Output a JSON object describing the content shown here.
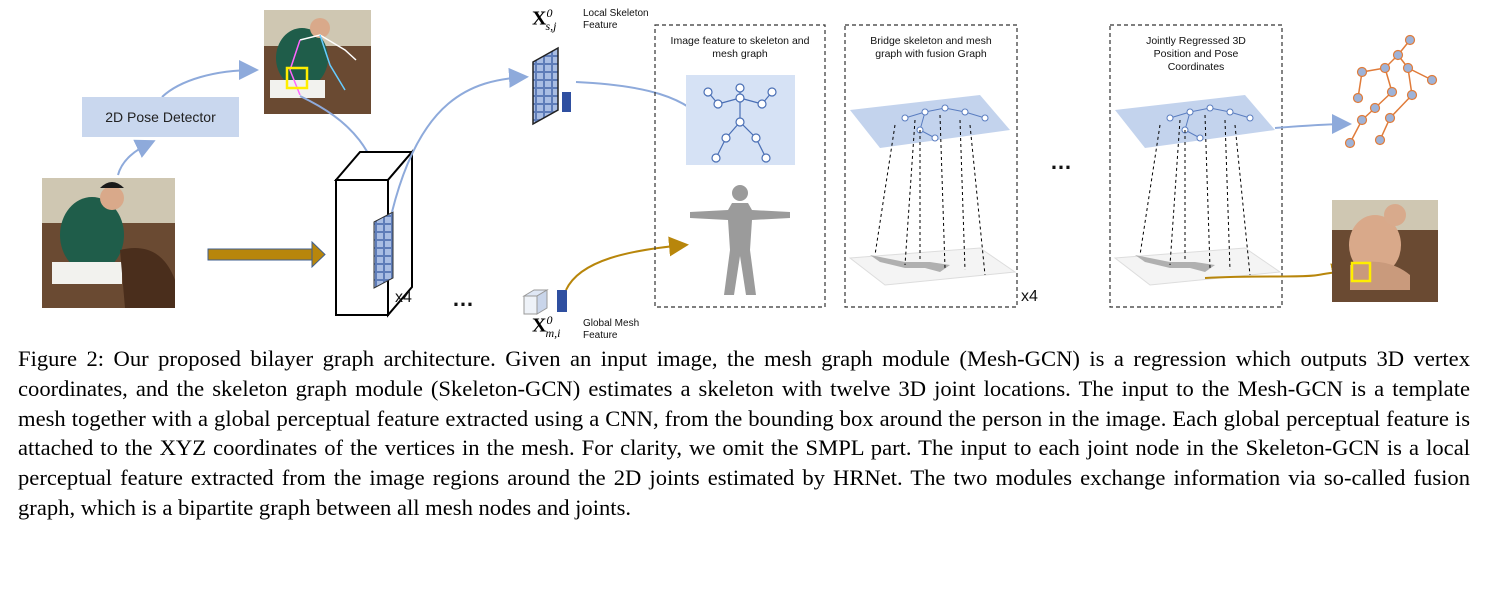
{
  "figure": {
    "pose_detector_label": "2D Pose Detector",
    "local_feature_label": "Local Skeleton Feature",
    "global_feature_label": "Global Mesh Feature",
    "local_symbol": "X",
    "local_sup": "0",
    "local_sub": "s,j",
    "global_symbol": "X",
    "global_sup": "0",
    "global_sub": "m,i",
    "box1_title": "Image feature to skeleton and mesh graph",
    "box2_title": "Bridge skeleton and mesh graph with fusion Graph",
    "box3_title": "Jointly Regressed 3D Position and Pose Coordinates",
    "x4_cnn": "x4",
    "x4_box": "x4",
    "ellipsis_1": "…",
    "ellipsis_2": "…",
    "colors": {
      "arrow_blue": "#8eaadb",
      "arrow_gold": "#b8860b",
      "panel_blue": "#c9d7ee",
      "joint_orange": "#e07b39",
      "joint_fill": "#9db3d9"
    }
  },
  "caption": {
    "text": "Figure 2: Our proposed bilayer graph architecture. Given an input image, the mesh graph module (Mesh-GCN) is a regression which outputs 3D vertex coordinates, and the skeleton graph module (Skeleton-GCN) estimates a skeleton with twelve 3D joint locations. The input to the Mesh-GCN is a template mesh together with a global perceptual feature extracted using a CNN, from the bounding box around the person in the image. Each global perceptual feature is attached to the XYZ coordinates of the vertices in the mesh. For clarity, we omit the SMPL part. The input to each joint node in the Skeleton-GCN is a local perceptual feature extracted from the image regions around the 2D joints estimated by HRNet. The two modules exchange information via so-called fusion graph, which is a bipartite graph between all mesh nodes and joints."
  }
}
